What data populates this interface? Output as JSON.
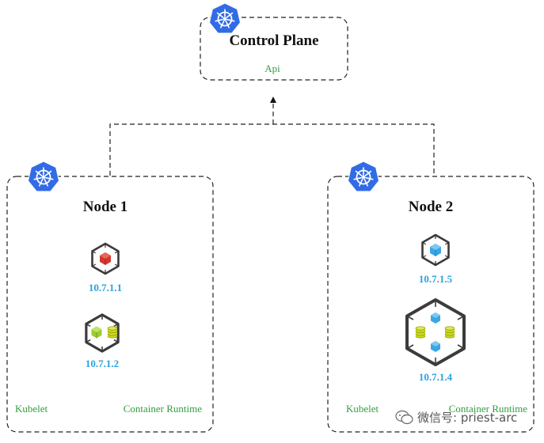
{
  "control_plane": {
    "title": "Control Plane",
    "api_label": "Api",
    "icon": "kubernetes-icon"
  },
  "nodes": [
    {
      "title": "Node 1",
      "icon": "kubernetes-icon",
      "kubelet_label": "Kubelet",
      "runtime_label": "Container Runtime",
      "pods": [
        {
          "ip": "10.7.1.1",
          "icon": "single-container-pod-icon",
          "container_color": "#d0392f"
        },
        {
          "ip": "10.7.1.2",
          "icon": "pod-with-container-and-volume-icon",
          "container_color": "#9acd32"
        }
      ]
    },
    {
      "title": "Node 2",
      "icon": "kubernetes-icon",
      "kubelet_label": "Kubelet",
      "runtime_label": "Container Runtime",
      "pods": [
        {
          "ip": "10.7.1.5",
          "icon": "single-container-pod-icon",
          "container_color": "#3aa6e6"
        },
        {
          "ip": "10.7.1.4",
          "icon": "multi-container-pod-icon",
          "container_color": "#3aa6e6"
        }
      ]
    }
  ],
  "watermark": {
    "text": "微信号: priest-arc",
    "icon": "wechat-icon"
  },
  "colors": {
    "kubernetes_blue": "#326ce5",
    "label_green": "#2f9e3f",
    "ip_blue": "#2aa3e0",
    "volume_yellow": "#c9d81e",
    "border": "#222222"
  }
}
